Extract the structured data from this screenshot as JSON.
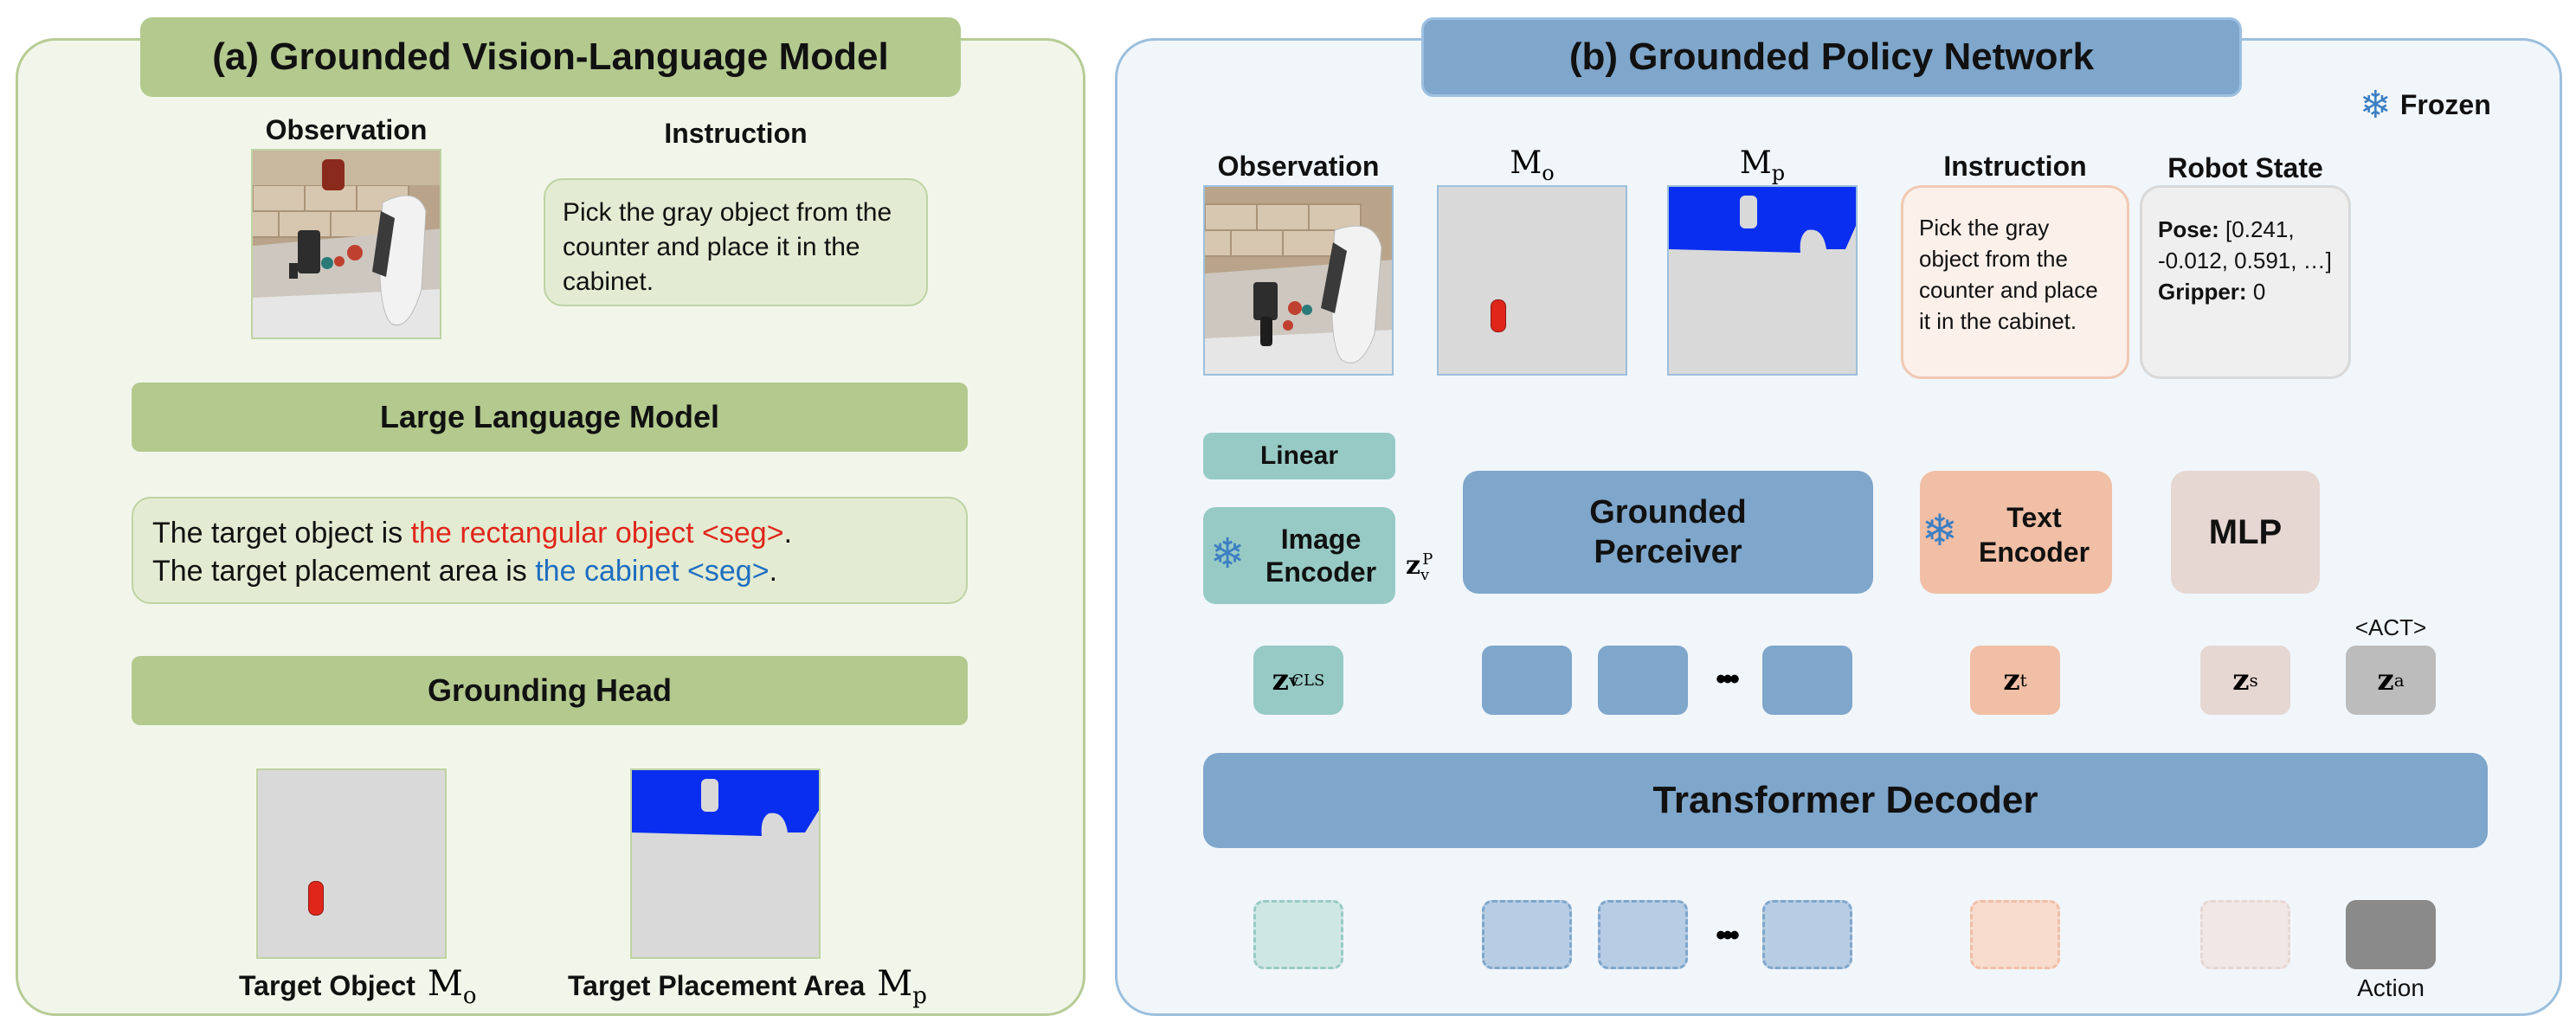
{
  "panel_a": {
    "title": "(a) Grounded Vision-Language Model",
    "observation_label": "Observation",
    "instruction_label": "Instruction",
    "instruction_text": "Pick the gray object from the counter and place it in the cabinet.",
    "llm_label": "Large Language Model",
    "output_line1_prefix": "The target object is ",
    "output_line1_highlight": "the rectangular object <seg>",
    "output_line1_suffix": ".",
    "output_line2_prefix": "The target placement area is ",
    "output_line2_highlight": "the cabinet <seg>",
    "output_line2_suffix": ".",
    "grounding_head_label": "Grounding Head",
    "target_object_label": "Target Object",
    "target_object_math": "M",
    "target_object_sub": "o",
    "target_placement_label": "Target Placement Area",
    "target_placement_math": "M",
    "target_placement_sub": "p"
  },
  "panel_b": {
    "title": "(b) Grounded Policy Network",
    "frozen_label": "Frozen",
    "observation_label": "Observation",
    "mo_label": "M",
    "mo_sub": "o",
    "mp_label": "M",
    "mp_sub": "p",
    "instruction_label": "Instruction",
    "instruction_text": "Pick the gray object from the counter and place it in the cabinet.",
    "robot_state_label": "Robot State",
    "pose_label": "Pose:",
    "pose_value": "[0.241, -0.012, 0.591, …]",
    "gripper_label": "Gripper:",
    "gripper_value": "0",
    "linear_label": "Linear",
    "image_encoder_label": "Image Encoder",
    "perceiver_label": "Grounded Perceiver",
    "text_encoder_label": "Text Encoder",
    "mlp_label": "MLP",
    "zvp_main": "z",
    "zvp_sub": "v",
    "zvp_sup": "P",
    "zcls_main": "z",
    "zcls_sub": "v",
    "zcls_sup": "CLS",
    "zt_main": "z",
    "zt_sub": "t",
    "zs_main": "z",
    "zs_sub": "s",
    "za_main": "z",
    "za_sub": "a",
    "act_token_label": "<ACT>",
    "ellipsis": "•••",
    "decoder_label": "Transformer Decoder",
    "action_label": "Action"
  },
  "colors": {
    "green_accent": "#b3c98e",
    "blue_accent": "#7fa6cb",
    "teal_accent": "#97cac5",
    "peach_accent": "#f0bfa6",
    "red_text": "#e0261b",
    "blue_text": "#1f6ec0",
    "mask_blue": "#0a2ef0",
    "mask_red": "#e0261b"
  }
}
